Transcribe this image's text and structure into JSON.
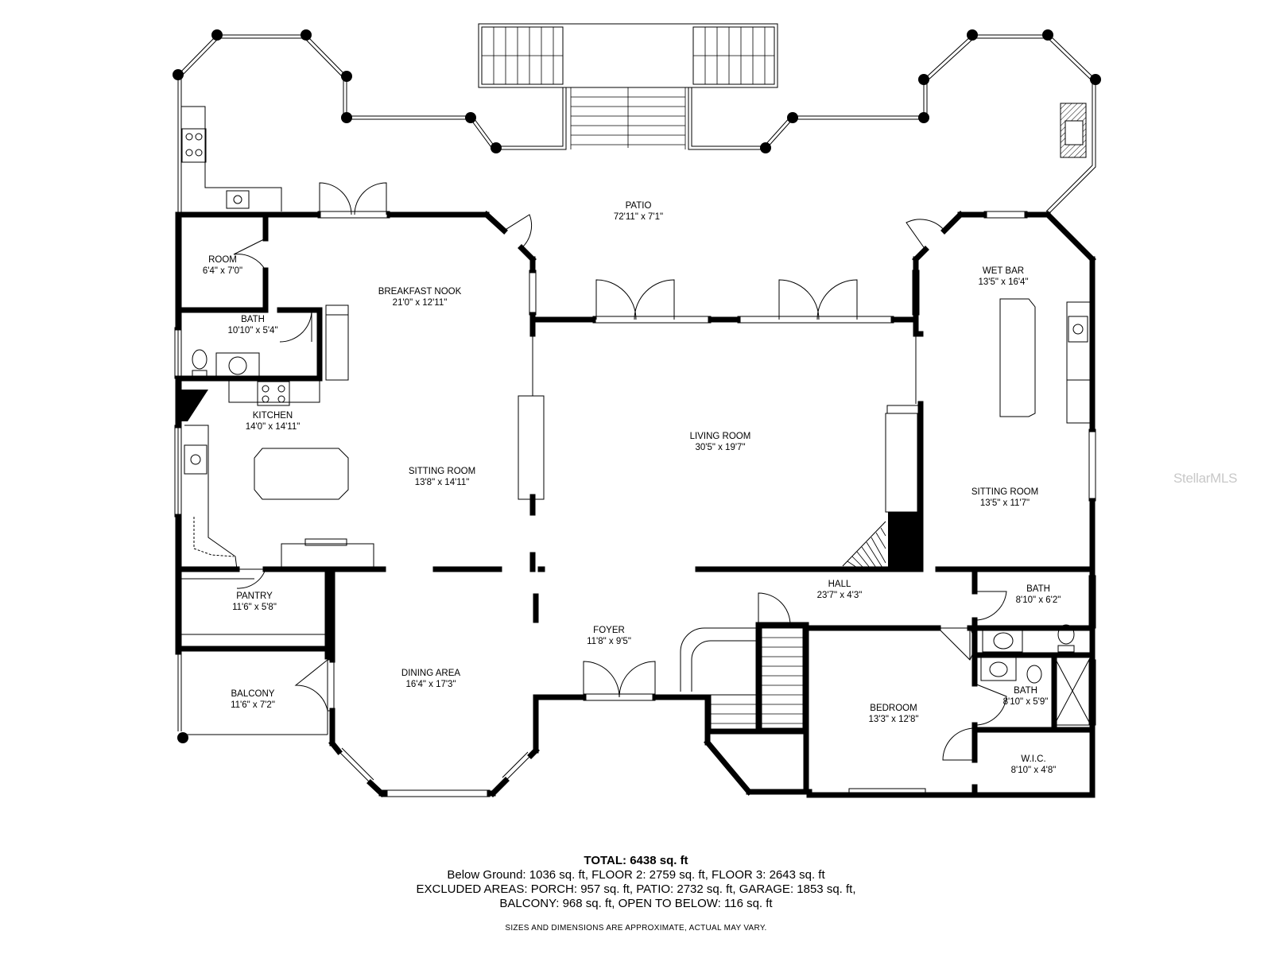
{
  "rooms": {
    "patio": {
      "name": "PATIO",
      "dims": "72'11\" x 7'1\""
    },
    "room": {
      "name": "ROOM",
      "dims": "6'4\" x 7'0\""
    },
    "breakfast_nook": {
      "name": "BREAKFAST NOOK",
      "dims": "21'0\" x 12'11\""
    },
    "bath_upper": {
      "name": "BATH",
      "dims": "10'10\" x 5'4\""
    },
    "kitchen": {
      "name": "KITCHEN",
      "dims": "14'0\" x 14'11\""
    },
    "sitting_room_left": {
      "name": "SITTING ROOM",
      "dims": "13'8\" x 14'11\""
    },
    "living_room": {
      "name": "LIVING ROOM",
      "dims": "30'5\" x 19'7\""
    },
    "wet_bar": {
      "name": "WET BAR",
      "dims": "13'5\" x 16'4\""
    },
    "sitting_room_right": {
      "name": "SITTING ROOM",
      "dims": "13'5\" x 11'7\""
    },
    "pantry": {
      "name": "PANTRY",
      "dims": "11'6\" x 5'8\""
    },
    "hall": {
      "name": "HALL",
      "dims": "23'7\" x 4'3\""
    },
    "bath_right_1": {
      "name": "BATH",
      "dims": "8'10\" x 6'2\""
    },
    "foyer": {
      "name": "FOYER",
      "dims": "11'8\" x 9'5\""
    },
    "dining_area": {
      "name": "DINING AREA",
      "dims": "16'4\" x 17'3\""
    },
    "balcony": {
      "name": "BALCONY",
      "dims": "11'6\" x 7'2\""
    },
    "bath_right_2": {
      "name": "BATH",
      "dims": "8'10\" x 5'9\""
    },
    "bedroom": {
      "name": "BEDROOM",
      "dims": "13'3\" x 12'8\""
    },
    "wic": {
      "name": "W.I.C.",
      "dims": "8'10\" x 4'8\""
    }
  },
  "watermark": "StellarMLS",
  "totals": {
    "heading": "TOTAL: 6438 sq. ft",
    "line1": "Below Ground: 1036 sq. ft, FLOOR 2: 2759 sq. ft, FLOOR 3: 2643 sq. ft",
    "line2": "EXCLUDED AREAS: PORCH: 957 sq. ft, PATIO: 2732 sq. ft, GARAGE: 1853 sq. ft,",
    "line3": "BALCONY: 968 sq. ft, OPEN TO BELOW: 116 sq. ft"
  },
  "disclaimer": "SIZES AND DIMENSIONS ARE APPROXIMATE, ACTUAL MAY VARY.",
  "colors": {
    "wall": "#000000",
    "thin_line": "#000000",
    "watermark": "#c8c8c8",
    "hatch": "#000000"
  }
}
